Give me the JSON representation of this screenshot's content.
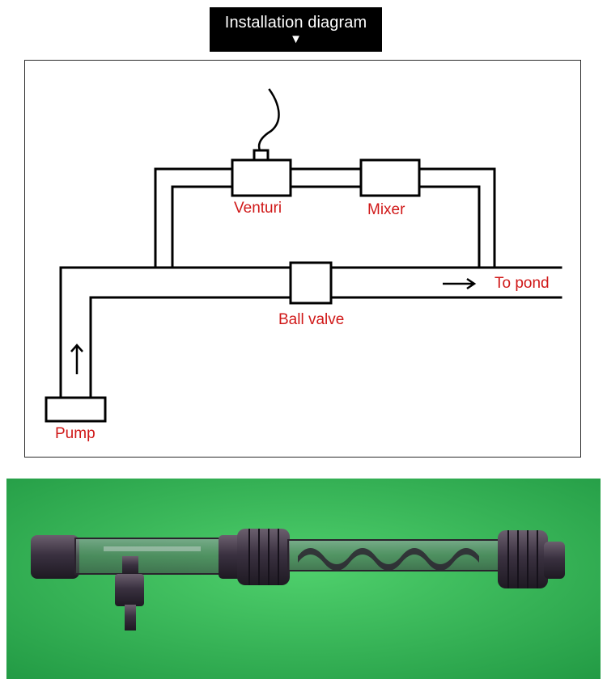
{
  "title": {
    "text": "Installation diagram",
    "arrow": "▼"
  },
  "labels": {
    "venturi": "Venturi",
    "mixer": "Mixer",
    "ball_valve": "Ball valve",
    "to_pond": "To pond",
    "pump": "Pump"
  },
  "colors": {
    "label": "#d01818",
    "line": "#000000",
    "photo_background": "#35b85a"
  }
}
